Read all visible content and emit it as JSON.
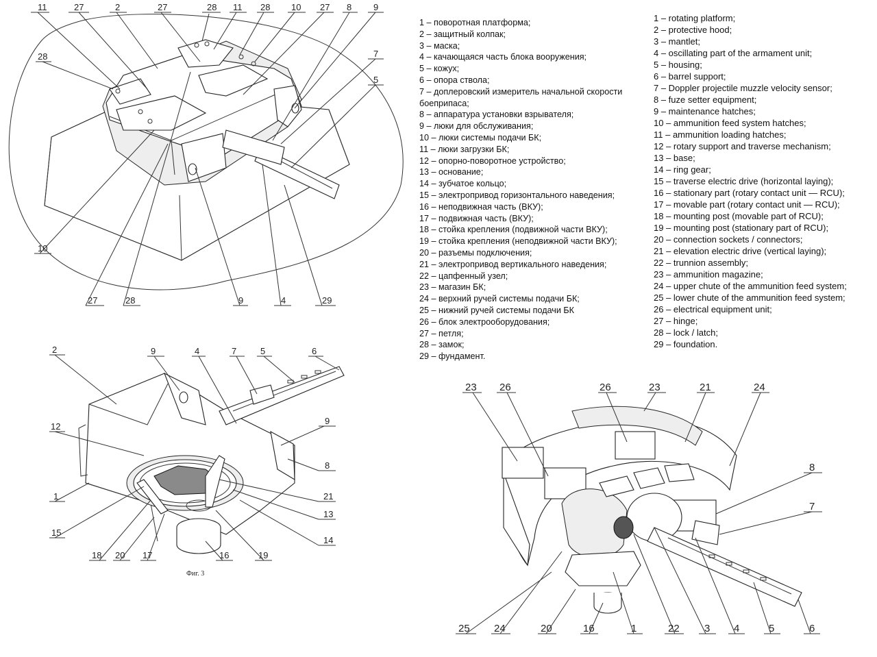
{
  "legend_ru": [
    "1 – поворотная платформа;",
    "2 – защитный колпак;",
    "3 – маска;",
    "4 – качающаяся часть блока вооружения;",
    "5 – кожух;",
    "6 – опора ствола;",
    "7 – доплеровский измеритель начальной скорости боеприпаса;",
    "8 – аппаратура установки взрывателя;",
    "9 – люки для обслуживания;",
    "10 – люки системы подачи БК;",
    "11 – люки загрузки БК;",
    "12 – опорно-поворотное устройство;",
    "13 – основание;",
    "14 – зубчатое кольцо;",
    "15 – электропривод горизонтального наведения;",
    "16 – неподвижная часть (ВКУ);",
    "17 – подвижная часть (ВКУ);",
    "18 – стойка крепления (подвижной части ВКУ);",
    "19 – стойка крепления (неподвижной части ВКУ);",
    "20 – разъемы подключения;",
    "21 – электропривод вертикального наведения;",
    "22 – цапфенный узел;",
    "23 – магазин БК;",
    "24 – верхний ручей системы подачи БК;",
    "25 – нижний ручей системы подачи БК",
    "26 – блок электрооборудования;",
    "27 – петля;",
    "28 – замок;",
    "29 – фундамент."
  ],
  "legend_en": [
    "1 – rotating platform;",
    "2 – protective hood;",
    "3 – mantlet;",
    "4 – oscillating part of the armament unit;",
    "5 – housing;",
    "6 – barrel support;",
    "7 – Doppler projectile muzzle velocity sensor;",
    "8 – fuze setter equipment;",
    "9 – maintenance hatches;",
    "10 – ammunition feed system hatches;",
    "11 – ammunition loading hatches;",
    "12 – rotary support and traverse mechanism;",
    "13 – base;",
    "14 – ring gear;",
    "15 – traverse electric drive (horizontal laying);",
    "16 – stationary part (rotary contact unit — RCU);",
    "17 – movable part (rotary contact unit — RCU);",
    "18 – mounting post (movable part of RCU);",
    "19 – mounting post (stationary part of RCU);",
    "20 – connection sockets / connectors;",
    "21 – elevation electric drive (vertical laying);",
    "22 – trunnion assembly;",
    "23 – ammunition magazine;",
    "24 – upper chute of the ammunition feed system;",
    "25 – lower chute of the ammunition feed system;",
    "26 – electrical equipment unit;",
    "27 – hinge;",
    "28 – lock / latch;",
    "29 – foundation."
  ],
  "figure3_caption": "Фиг. 3",
  "fig_top_labels": [
    "11",
    "27",
    "2",
    "27",
    "28",
    "11",
    "28",
    "10",
    "27",
    "8",
    "9",
    "28",
    "7",
    "5",
    "10",
    "27",
    "28",
    "9",
    "4",
    "29"
  ],
  "fig_bottom_left_labels": [
    "2",
    "9",
    "4",
    "7",
    "5",
    "6",
    "12",
    "9",
    "1",
    "8",
    "21",
    "13",
    "15",
    "14",
    "18",
    "20",
    "17",
    "16",
    "19"
  ],
  "fig_bottom_right_labels": [
    "23",
    "26",
    "26",
    "23",
    "21",
    "24",
    "8",
    "7",
    "25",
    "24",
    "20",
    "16",
    "1",
    "22",
    "3",
    "4",
    "5",
    "6"
  ]
}
